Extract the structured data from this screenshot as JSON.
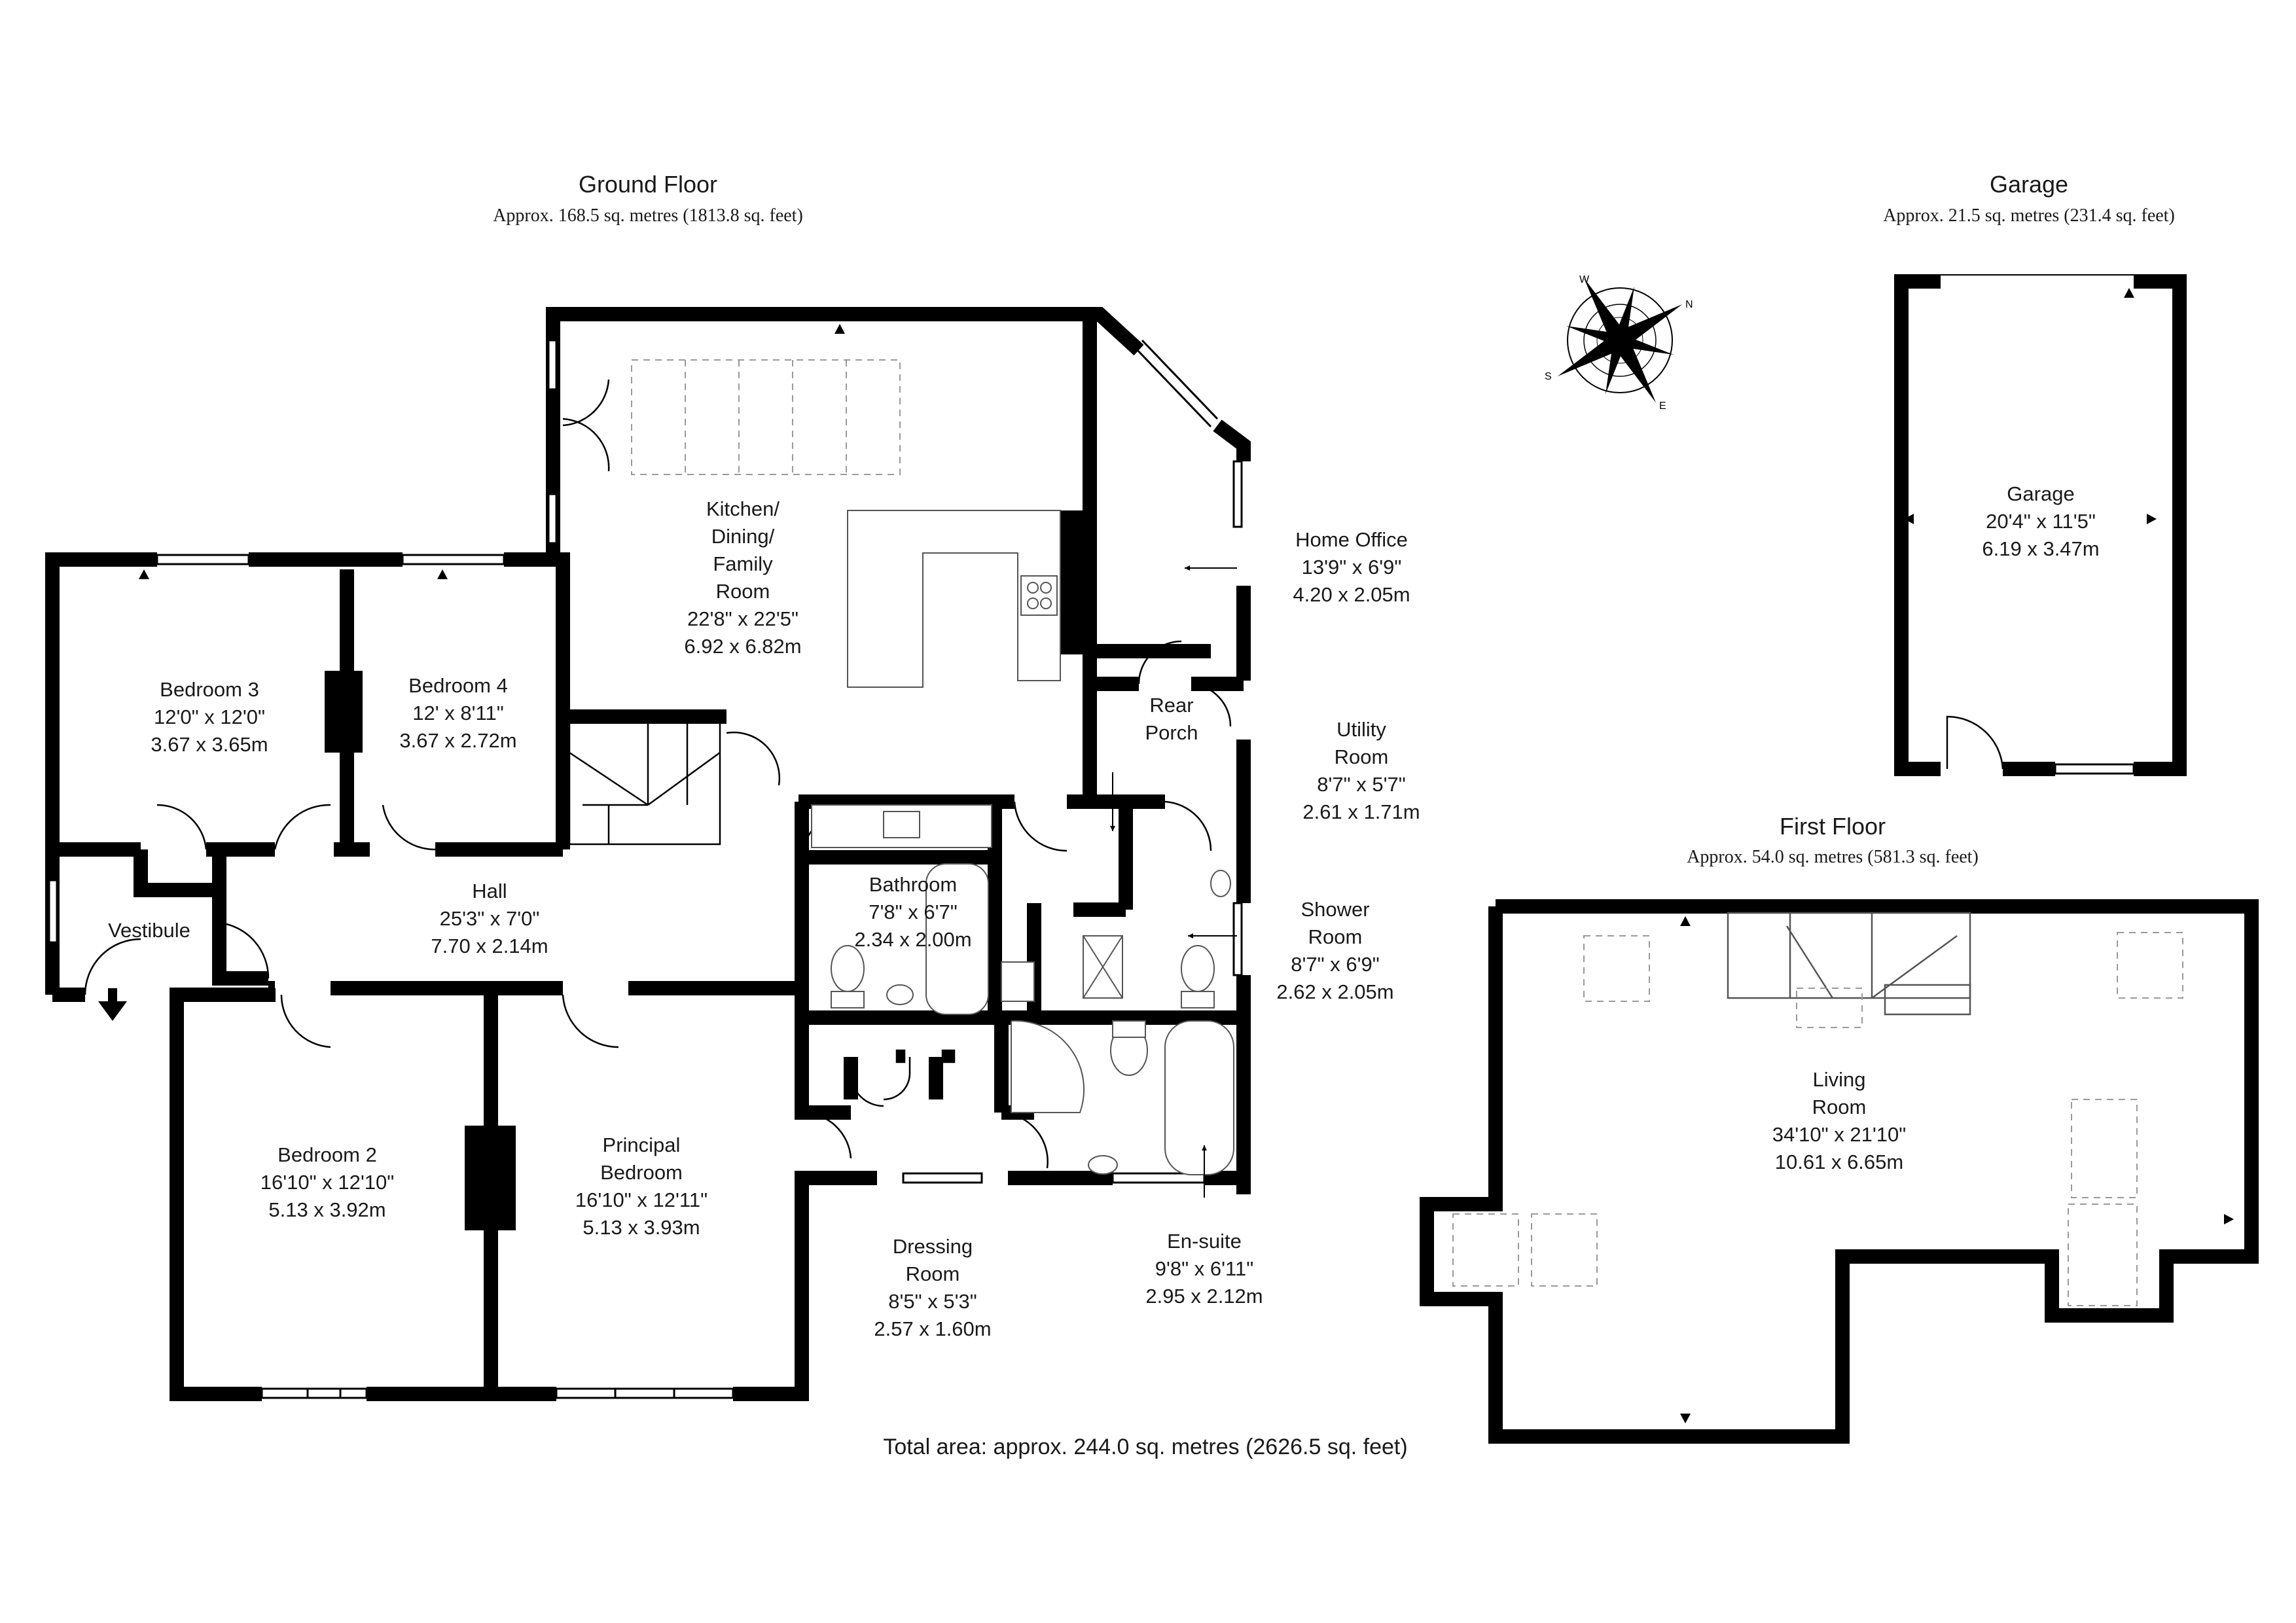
{
  "floors": {
    "ground": {
      "title": "Ground Floor",
      "area": "Approx. 168.5 sq. metres (1813.8 sq. feet)"
    },
    "garage": {
      "title": "Garage",
      "area": "Approx. 21.5 sq. metres (231.4 sq. feet)"
    },
    "first": {
      "title": "First Floor",
      "area": "Approx. 54.0 sq. metres (581.3 sq. feet)"
    }
  },
  "rooms": {
    "kitchen": {
      "name1": "Kitchen/",
      "name2": "Dining/",
      "name3": "Family",
      "name4": "Room",
      "imperial": "22'8\" x 22'5\"",
      "metric": "6.92 x 6.82m"
    },
    "home_office": {
      "name": "Home Office",
      "imperial": "13'9\" x 6'9\"",
      "metric": "4.20 x 2.05m"
    },
    "rear_porch": {
      "name1": "Rear",
      "name2": "Porch"
    },
    "utility": {
      "name1": "Utility",
      "name2": "Room",
      "imperial": "8'7\" x 5'7\"",
      "metric": "2.61 x 1.71m"
    },
    "shower": {
      "name1": "Shower",
      "name2": "Room",
      "imperial": "8'7\" x 6'9\"",
      "metric": "2.62 x 2.05m"
    },
    "bedroom3": {
      "name": "Bedroom 3",
      "imperial": "12'0\" x 12'0\"",
      "metric": "3.67 x 3.65m"
    },
    "bedroom4": {
      "name": "Bedroom 4",
      "imperial": "12' x 8'11\"",
      "metric": "3.67 x 2.72m"
    },
    "hall": {
      "name": "Hall",
      "imperial": "25'3\" x 7'0\"",
      "metric": "7.70 x 2.14m"
    },
    "vestibule": {
      "name": "Vestibule"
    },
    "bathroom": {
      "name": "Bathroom",
      "imperial": "7'8\" x 6'7\"",
      "metric": "2.34 x 2.00m"
    },
    "bedroom2": {
      "name": "Bedroom 2",
      "imperial": "16'10\" x 12'10\"",
      "metric": "5.13 x 3.92m"
    },
    "principal": {
      "name1": "Principal",
      "name2": "Bedroom",
      "imperial": "16'10\" x 12'11\"",
      "metric": "5.13 x 3.93m"
    },
    "dressing": {
      "name1": "Dressing",
      "name2": "Room",
      "imperial": "8'5\" x 5'3\"",
      "metric": "2.57 x 1.60m"
    },
    "ensuite": {
      "name": "En-suite",
      "imperial": "9'8\" x 6'11\"",
      "metric": "2.95 x 2.12m"
    },
    "garage": {
      "name": "Garage",
      "imperial": "20'4\" x 11'5\"",
      "metric": "6.19 x 3.47m"
    },
    "living": {
      "name1": "Living",
      "name2": "Room",
      "imperial": "34'10\" x 21'10\"",
      "metric": "10.61 x 6.65m"
    }
  },
  "compass": {
    "labels": [
      "N",
      "E",
      "S",
      "W"
    ]
  },
  "total_area": "Total area: approx. 244.0 sq. metres (2626.5 sq. feet)",
  "colors": {
    "wall": "#000000",
    "fixture": "#555555",
    "dashed": "#9a9a9a",
    "background": "#ffffff"
  }
}
